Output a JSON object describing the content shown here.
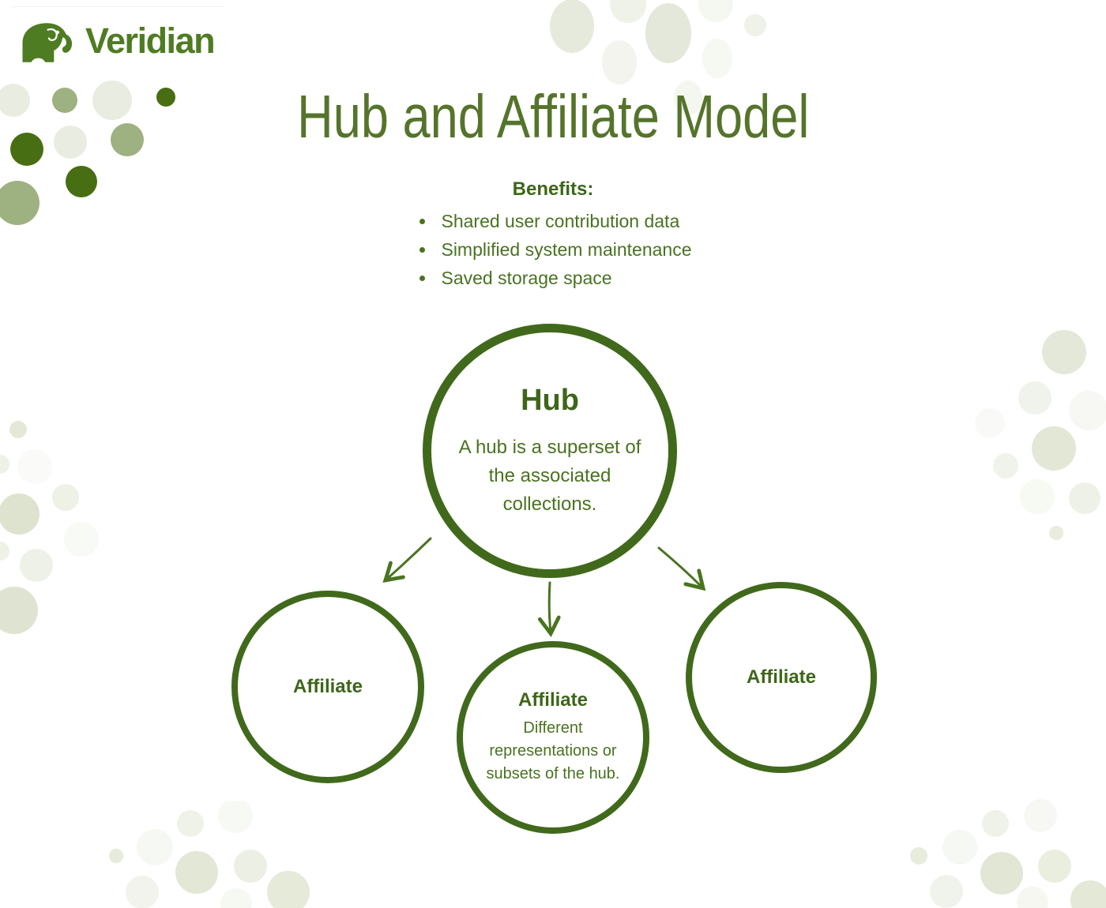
{
  "brand": {
    "name": "Veridian"
  },
  "page": {
    "title": "Hub and Affiliate Model"
  },
  "benefits": {
    "heading": "Benefits:",
    "items": [
      "Shared user contribution data",
      "Simplified system maintenance",
      "Saved storage space"
    ]
  },
  "diagram": {
    "hub": {
      "label": "Hub",
      "description": "A hub is a superset of the associated collections."
    },
    "affiliate_left": {
      "label": "Affiliate"
    },
    "affiliate_middle": {
      "label": "Affiliate",
      "description": "Different representations or subsets of the hub."
    },
    "affiliate_right": {
      "label": "Affiliate"
    }
  },
  "colors": {
    "brand_green": "#4e7c22",
    "title_green": "#55742b",
    "text_green": "#4a7220",
    "circle_border_green": "#41691c",
    "arrow_green": "#4a7420",
    "dot_dark_green": "#476e12",
    "dot_sage": "#9db181",
    "dot_light": "#e9ece1"
  }
}
